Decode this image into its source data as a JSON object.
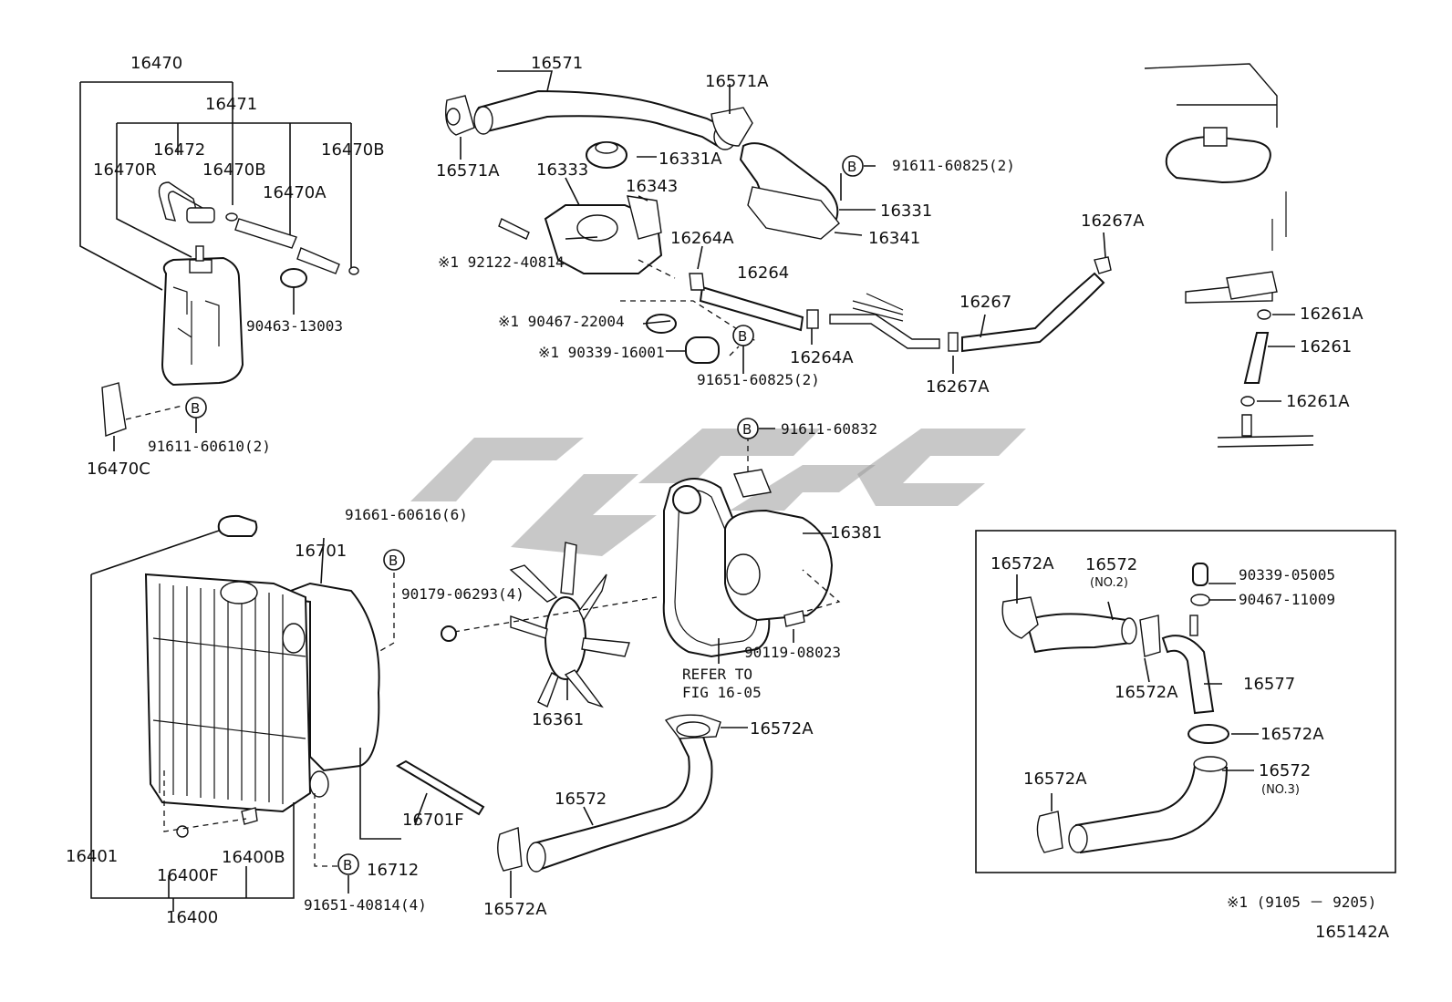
{
  "diagram_id": "165142A",
  "footnote": "※1 (9105 － 9205)",
  "bolt_letter": "B",
  "refer_note": [
    "REFER TO",
    "FIG 16-05"
  ],
  "labels": {
    "p16470": "16470",
    "p16471": "16471",
    "p16472": "16472",
    "p16470R": "16470R",
    "p16470B_a": "16470B",
    "p16470B_b": "16470B",
    "p16470A": "16470A",
    "p90463": "90463-13003",
    "p16470C": "16470C",
    "p91611_60610": "91611-60610(2)",
    "p16571": "16571",
    "p16571A_a": "16571A",
    "p16571A_b": "16571A",
    "p16333": "16333",
    "p16331A": "16331A",
    "p16343": "16343",
    "p91611_60825": "91611-60825(2)",
    "p16331": "16331",
    "p16341": "16341",
    "p92122": "※1 92122-40814",
    "p90467_22004": "※1 90467-22004",
    "p90339_16001": "※1 90339-16001",
    "p91651_60825": "91651-60825(2)",
    "p16264A_a": "16264A",
    "p16264": "16264",
    "p16264A_b": "16264A",
    "p16267A_a": "16267A",
    "p16267": "16267",
    "p16267A_b": "16267A",
    "p16261A_a": "16261A",
    "p16261": "16261",
    "p16261A_b": "16261A",
    "p91611_60832": "91611-60832",
    "p16381": "16381",
    "p90119": "90119-08023",
    "p91661": "91661-60616(6)",
    "p16701": "16701",
    "p90179": "90179-06293(4)",
    "p16361": "16361",
    "p16572A_mid": "16572A",
    "p16572_mid": "16572",
    "p16572A_bot": "16572A",
    "p16701F": "16701F",
    "p16712": "16712",
    "p91651_40814": "91651-40814(4)",
    "p16401": "16401",
    "p16400F": "16400F",
    "p16400B": "16400B",
    "p16400": "16400",
    "b_16572A_a": "16572A",
    "b_16572": "16572",
    "b_no2": "(NO.2)",
    "b_90339": "90339-05005",
    "b_90467": "90467-11009",
    "b_16572A_b": "16572A",
    "b_16577": "16577",
    "b_16572A_c": "16572A",
    "b_16572A_d": "16572A",
    "b_16572_no3": "16572",
    "b_no3": "(NO.3)"
  }
}
